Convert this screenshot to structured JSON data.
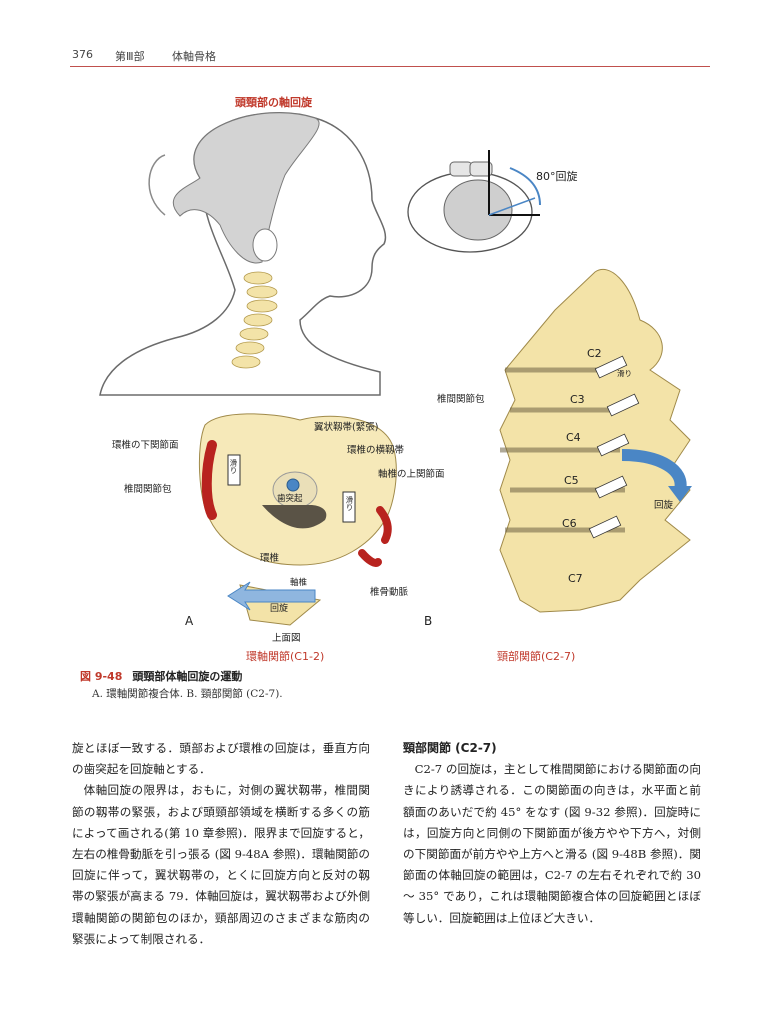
{
  "header": {
    "page_number": "376",
    "part": "第Ⅲ部",
    "chapter": "体軸骨格"
  },
  "figure": {
    "top_title": "頭頸部の軸回旋",
    "rotation_label": "80°回旋",
    "panel_a": {
      "letter": "A",
      "labels": {
        "alar_ligament": "翼状靱帯(緊張)",
        "atlas_inferior_facet": "環椎の下関節面",
        "transverse_ligament": "環椎の横靱帯",
        "axis_superior_facet": "軸椎の上関節面",
        "capsule": "椎間関節包",
        "dens": "歯突起",
        "atlas": "環椎",
        "axis": "軸椎",
        "vertebral_artery": "椎骨動脈",
        "rotation": "回旋",
        "slide1": "滑り",
        "slide2": "滑り"
      },
      "view": "上面図",
      "subtitle": "環軸関節(C1-2)"
    },
    "panel_b": {
      "letter": "B",
      "labels": {
        "capsule": "椎間関節包",
        "rotation": "回旋",
        "slide": "滑り"
      },
      "vertebrae": [
        "C2",
        "C3",
        "C4",
        "C5",
        "C6",
        "C7"
      ],
      "subtitle": "頸部関節(C2-7)"
    },
    "caption": {
      "number": "図 9-48",
      "title": "頭頸部体軸回旋の運動",
      "sub": "A. 環軸関節複合体. B. 頸部関節 (C2-7)."
    }
  },
  "left_column": {
    "p1": "旋とほぼ一致する．頭部および環椎の回旋は，垂直方向の歯突起を回旋軸とする．",
    "p2": "体軸回旋の限界は，おもに，対側の翼状靱帯，椎間関節の靱帯の緊張，および頭頸部領域を横断する多くの筋によって画される(第 10 章参照)．限界まで回旋すると，左右の椎骨動脈を引っ張る (図 9-48A 参照)．環軸関節の回旋に伴って，翼状靱帯の，とくに回旋方向と反対の靱帯の緊張が高まる 79．体軸回旋は，翼状靱帯および外側環軸関節の関節包のほか，頸部周辺のさまざまな筋肉の緊張によって制限される．"
  },
  "right_column": {
    "heading": "頸部関節 (C2-7)",
    "p1": "C2-7 の回旋は，主として椎間関節における関節面の向きにより誘導される．この関節面の向きは，水平面と前額面のあいだで約 45° をなす (図 9-32 参照)．回旋時には，回旋方向と同側の下関節面が後方やや下方へ，対側の下関節面が前方やや上方へと滑る (図 9-48B 参照)．関節面の体軸回旋の範囲は，C2-7 の左右それぞれで約 30 ～ 35° であり，これは環軸関節複合体の回旋範囲とほぼ等しい．回旋範囲は上位ほど大きい．"
  },
  "colors": {
    "accent": "#c0392b",
    "bone": "#f3e3a8",
    "bone_shade": "#d9c37a",
    "capsule": "#b8231f",
    "arrow_blue": "#4a86c5"
  }
}
